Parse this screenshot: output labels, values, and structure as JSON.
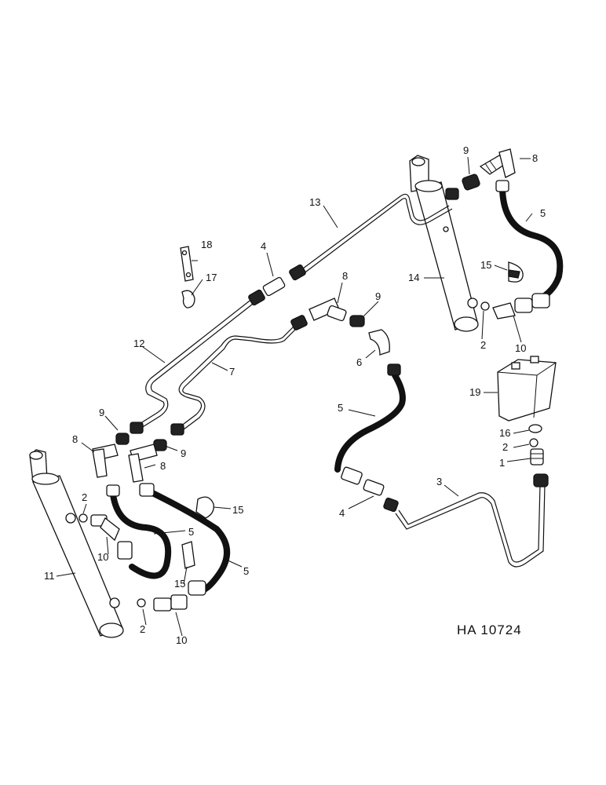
{
  "drawing_id": "HA 10724",
  "callouts": {
    "c1": "1",
    "c2a": "2",
    "c2b": "2",
    "c2c": "2",
    "c2d": "2",
    "c3": "3",
    "c4a": "4",
    "c4b": "4",
    "c5a": "5",
    "c5b": "5",
    "c5c": "5",
    "c5d": "5",
    "c6": "6",
    "c7": "7",
    "c8a": "8",
    "c8b": "8",
    "c8c": "8",
    "c8d": "8",
    "c9a": "9",
    "c9b": "9",
    "c9c": "9",
    "c9d": "9",
    "c10a": "10",
    "c10b": "10",
    "c10c": "10",
    "c11": "11",
    "c12": "12",
    "c13": "13",
    "c14": "14",
    "c15a": "15",
    "c15b": "15",
    "c15c": "15",
    "c16": "16",
    "c17": "17",
    "c18": "18",
    "c19": "19"
  }
}
